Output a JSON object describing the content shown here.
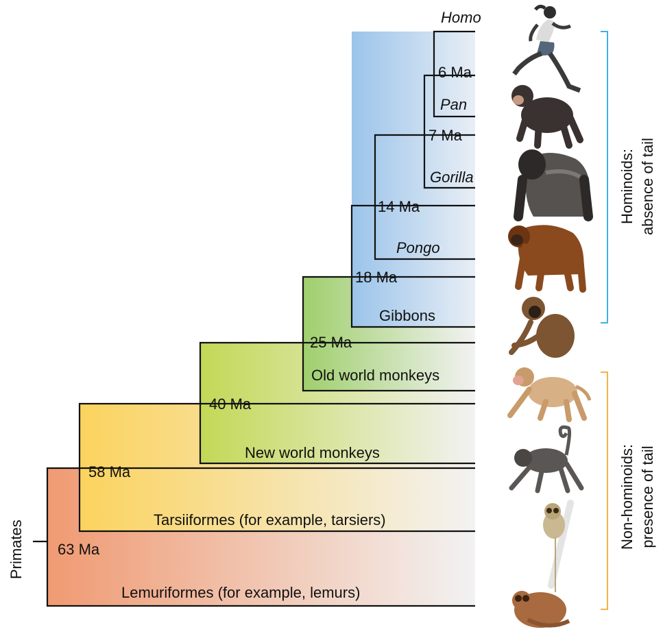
{
  "root_label": "Primates",
  "taxa": {
    "homo": "Homo",
    "pan": "Pan",
    "gorilla": "Gorilla",
    "pongo": "Pongo",
    "gibbons": "Gibbons",
    "old_world_monkeys": "Old world monkeys",
    "new_world_monkeys": "New world monkeys",
    "tarsiiformes": "Tarsiiformes (for example, tarsiers)",
    "lemuriformes": "Lemuriformes (for example, lemurs)"
  },
  "divergence_times": {
    "homo_pan": "6 Ma",
    "gorilla": "7 Ma",
    "pongo": "14 Ma",
    "gibbons": "18 Ma",
    "old_world_monkeys": "25 Ma",
    "new_world_monkeys": "40 Ma",
    "tarsiiformes": "58 Ma",
    "lemuriformes": "63 Ma"
  },
  "groups": {
    "hominoids": {
      "line1": "Hominoids:",
      "line2": "absence of tail",
      "color": "#3fb0e6"
    },
    "non_hominoids": {
      "line1": "Non-hominoids:",
      "line2": "presence of tail",
      "color": "#f3b24a"
    }
  },
  "colors": {
    "lemur_band": "#f09a72",
    "tarsier_band": "#fbd35e",
    "new_world_band": "#c3d856",
    "old_world_band": "#9fcf6d",
    "ape_band": "#9bc4ea",
    "fade": "#f2f2f2"
  },
  "animal_icons": [
    "human-runner-icon",
    "chimpanzee-icon",
    "gorilla-icon",
    "orangutan-icon",
    "gibbon-icon",
    "macaque-icon",
    "spider-monkey-icon",
    "tarsier-icon",
    "lemur-icon"
  ]
}
